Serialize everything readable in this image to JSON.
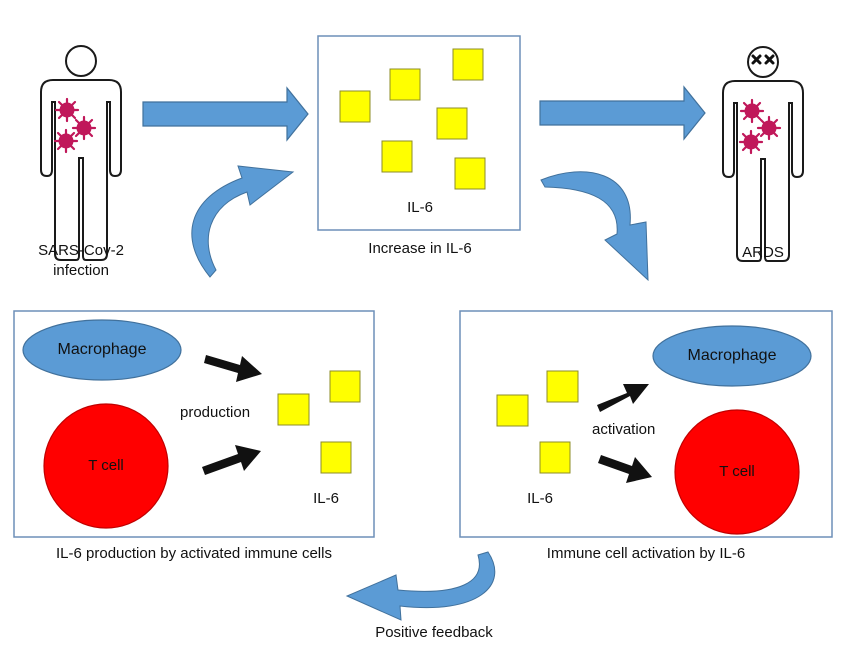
{
  "labels": {
    "infection_line1": "SARS-Cov-2",
    "infection_line2": "infection",
    "il6_box": "IL-6",
    "increase_caption": "Increase in IL-6",
    "ards": "ARDS",
    "macrophage": "Macrophage",
    "tcell": "T cell",
    "production": "production",
    "activation": "activation",
    "il6_left": "IL-6",
    "il6_right": "IL-6",
    "left_caption": "IL-6 production by activated immune cells",
    "right_caption": "Immune cell activation by IL-6",
    "feedback": "Positive feedback"
  },
  "colors": {
    "arrow_blue": "#5b9bd5",
    "arrow_blue_dark": "#41719c",
    "il6_yellow": "#ffff00",
    "il6_border": "#8c8c2a",
    "tcell_red": "#ff0000",
    "macrophage_blue": "#5b9bd5",
    "virus_magenta": "#c0185a",
    "box_border": "#6d8fb8"
  },
  "icons": [
    "human-figure-icon",
    "virus-icon",
    "x-eyes-icon"
  ]
}
